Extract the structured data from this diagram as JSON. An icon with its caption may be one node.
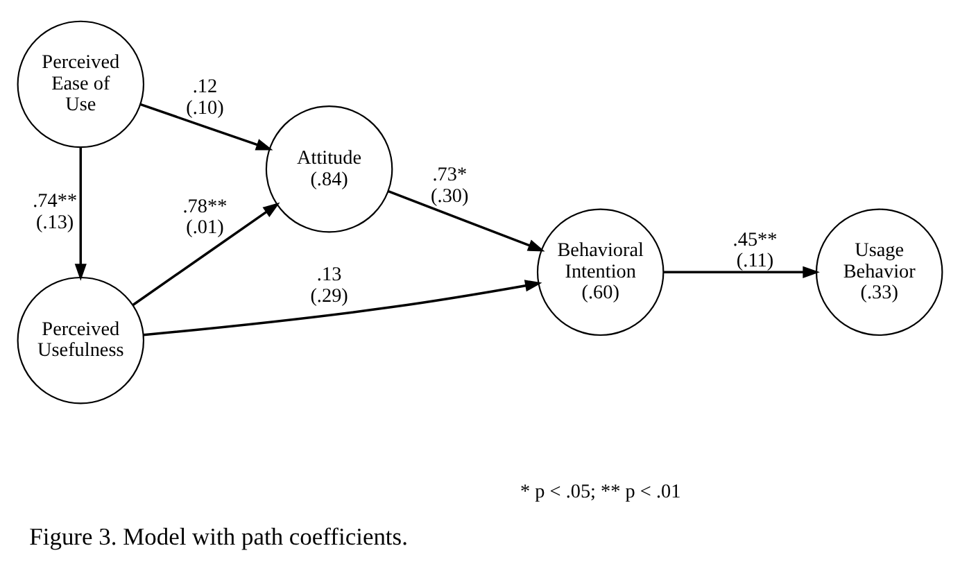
{
  "diagram": {
    "caption": "Figure 3. Model with path coefficients.",
    "nodes": [
      {
        "text": [
          "Perceived Usefulness"
        ]
      },
      {
        "text": [
          "Perceived Ease of Use"
        ]
      },
      {
        "text": [
          "Attitude",
          "(.84)"
        ]
      },
      {
        "text": [
          "Behavioral Intention",
          "(.60)"
        ]
      },
      {
        "text": [
          "Usage Behavior",
          "(.33)"
        ]
      }
    ],
    "edges": [
      {
        "from": 1,
        "to": 0,
        "arrow": "to",
        "label": ".74** (.13)"
      },
      {
        "from": 0,
        "to": 2,
        "arrow": "to",
        "label": ".78** (.01)"
      },
      {
        "from": 1,
        "to": 2,
        "arrow": "to",
        "label": ".12 (.10)"
      },
      {
        "from": 0,
        "to": 3,
        "arrow": "to",
        "label": ".13 (.29)"
      },
      {
        "from": 2,
        "to": 3,
        "arrow": "to",
        "label": ".73* (.30)"
      },
      {
        "from": 3,
        "to": 4,
        "arrow": "to",
        "label": ".45** (.11)"
      }
    ],
    "labels": [
      "* p < .05; ** p < .01"
    ]
  }
}
